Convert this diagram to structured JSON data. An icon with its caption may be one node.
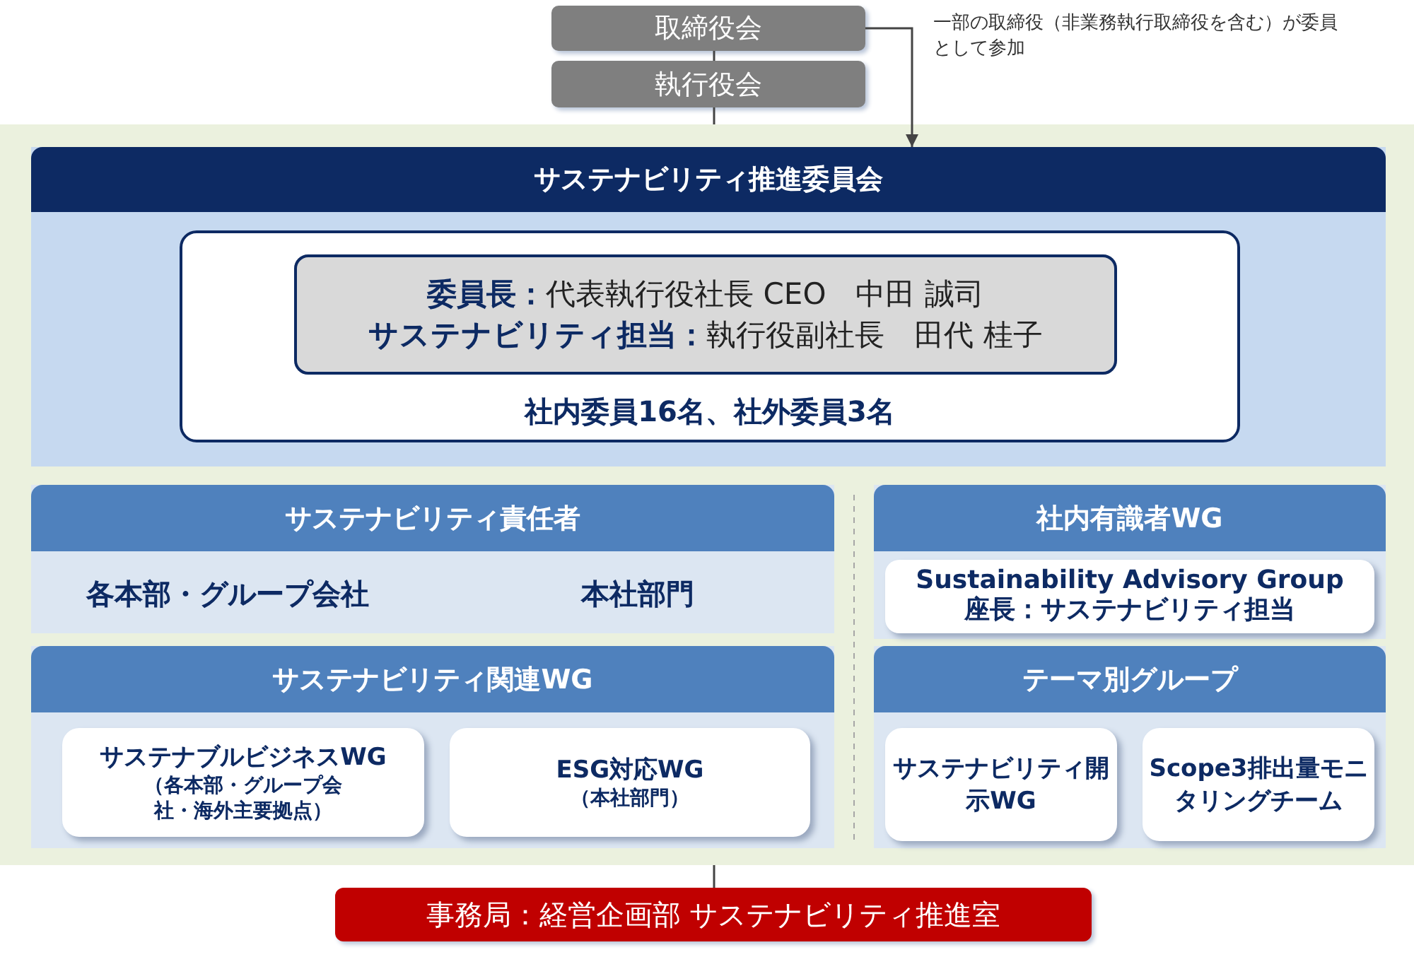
{
  "diagram": {
    "nodes": [
      {
        "text": [
          "取締役会"
        ]
      },
      {
        "text": [
          "執行役会"
        ]
      },
      {
        "text": [],
        "shape": "box"
      },
      {
        "text": [
          "サステナビリティ推進委員会"
        ],
        "in": 2
      },
      {
        "text": [
          "社内委員16名、社外委員3名"
        ],
        "in": 3
      },
      {
        "text": [
          "**委員長：**代表執行役社長 CEO　中田 誠司",
          "**サステナビリティ担当：**執行役副社長　田代 桂子"
        ],
        "in": 4
      },
      {
        "text": [
          "サステナビリティ責任者"
        ],
        "in": 2
      },
      {
        "text": [
          "各本部・グループ会社"
        ],
        "in": 6
      },
      {
        "text": [
          "本社部門"
        ],
        "in": 6
      },
      {
        "text": [
          "サステナビリティ関連WG"
        ],
        "in": 2
      },
      {
        "text": [
          "サステナブルビジネスWG",
          "（各本部・グループ会社・海外主要拠点）"
        ],
        "in": 9
      },
      {
        "text": [
          "ESG対応WG",
          "（本社部門）"
        ],
        "in": 9
      },
      {
        "text": [
          "社内有識者WG"
        ],
        "in": 2
      },
      {
        "text": [
          "Sustainability Advisory Group",
          "座長：サステナビリティ担当"
        ],
        "in": 12
      },
      {
        "text": [
          "テーマ別グループ"
        ],
        "in": 2
      },
      {
        "text": [
          "サステナビリティ開示WG"
        ],
        "in": 14
      },
      {
        "text": [
          "Scope3排出量モニタリングチーム"
        ],
        "in": 14
      },
      {
        "text": [
          "事務局：経営企画部 サステナビリティ推進室"
        ]
      }
    ],
    "edges": [
      {
        "from": 0,
        "to": 3,
        "arrow": "to"
      },
      {
        "from": 0,
        "to": 1,
        "arrow": "none"
      },
      {
        "from": 1,
        "to": 2,
        "arrow": "none"
      },
      {
        "from": 2,
        "to": 17,
        "arrow": "none"
      }
    ],
    "labels": [
      "一部の取締役（非業務執行取締役を含む）が委員として参加"
    ]
  }
}
